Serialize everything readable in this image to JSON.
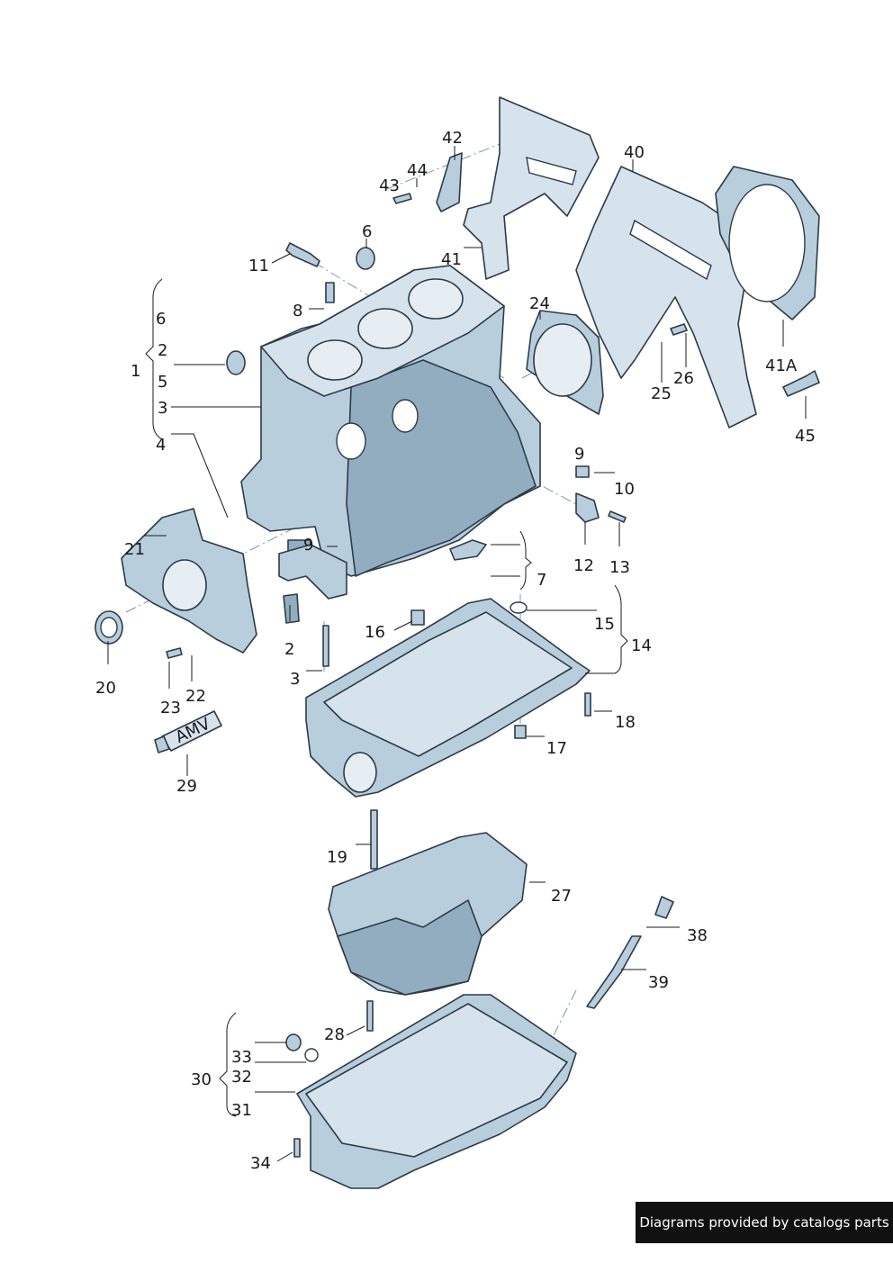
{
  "footer": {
    "text": "Diagrams provided by catalogs parts"
  },
  "callouts": {
    "c1": "1",
    "c2": "2",
    "c2b": "2",
    "c3": "3",
    "c3b": "3",
    "c4": "4",
    "c5": "5",
    "c6": "6",
    "c6b": "6",
    "c7": "7",
    "c8": "8",
    "c9": "9",
    "c9b": "9",
    "c10": "10",
    "c11": "11",
    "c12": "12",
    "c13": "13",
    "c14": "14",
    "c15": "15",
    "c16": "16",
    "c17": "17",
    "c18": "18",
    "c19": "19",
    "c20": "20",
    "c21": "21",
    "c22": "22",
    "c23": "23",
    "c24": "24",
    "c25": "25",
    "c26": "26",
    "c27": "27",
    "c28": "28",
    "c29": "29",
    "c30": "30",
    "c31": "31",
    "c32": "32",
    "c33": "33",
    "c34": "34",
    "c38": "38",
    "c39": "39",
    "c40": "40",
    "c41": "41",
    "c41a": "41A",
    "c42": "42",
    "c43": "43",
    "c44": "44",
    "c45": "45"
  },
  "sealant_tube_label": "AMV",
  "colors": {
    "part_fill": "#b9cedd",
    "part_shadow": "#93adc0",
    "outline": "#2b3b48",
    "axis": "#7f95a8"
  }
}
